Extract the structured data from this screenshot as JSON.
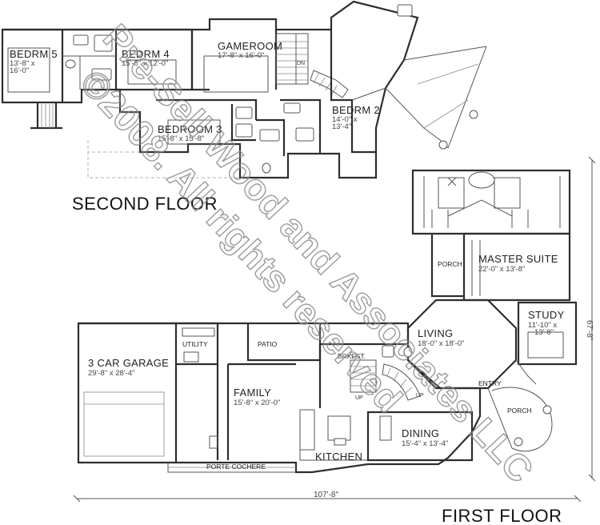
{
  "floors": {
    "second": {
      "title": "SECOND FLOOR"
    },
    "first": {
      "title": "FIRST FLOOR"
    }
  },
  "rooms": {
    "bedrm5": {
      "name": "BEDRM 5",
      "size1": "13'-8\" x",
      "size2": "16'-0\""
    },
    "bedrm4": {
      "name": "BEDRM 4",
      "size1": "15'-8\" x 12'-0\""
    },
    "gameroom": {
      "name": "GAMEROOM",
      "size1": "17'-8\" x 16'-0\""
    },
    "bedrm2": {
      "name": "BEDRM 2",
      "size1": "14'-0\" x",
      "size2": "13'-4\""
    },
    "bedroom3": {
      "name": "BEDROOM 3",
      "size1": "15'-8\" x 15'-8\""
    },
    "master": {
      "name": "MASTER SUITE",
      "size1": "22'-0\" x 13'-8\""
    },
    "study": {
      "name": "STUDY",
      "size1": "11'-10\" x",
      "size2": "13'-8\""
    },
    "living": {
      "name": "LIVING",
      "size1": "18'-0\" x 18'-0\""
    },
    "garage": {
      "name": "3 CAR GARAGE",
      "size1": "29'-8\" x 28'-4\""
    },
    "family": {
      "name": "FAMILY",
      "size1": "15'-8\" x 20'-0\""
    },
    "dining": {
      "name": "DINING",
      "size1": "15'-4\" x 13'-4\""
    },
    "kitchen": {
      "name": "KITCHEN"
    }
  },
  "labels": {
    "porch_upper": "PORCH",
    "porch_entry": "PORCH",
    "utility": "UTILITY",
    "patio": "PATIO",
    "brkfst": "BRKFST.",
    "entry": "ENTRY",
    "porte_cochere": "PORTE COCHERE",
    "up1": "UP",
    "up2": "UP",
    "dn": "DN"
  },
  "dimensions": {
    "overall_width": "107'-8\"",
    "overall_depth": "67'-8\""
  },
  "watermark": {
    "line1": "Pre-Sell Wood and Associates LLC",
    "line2": "©2008. All rights reserved"
  }
}
